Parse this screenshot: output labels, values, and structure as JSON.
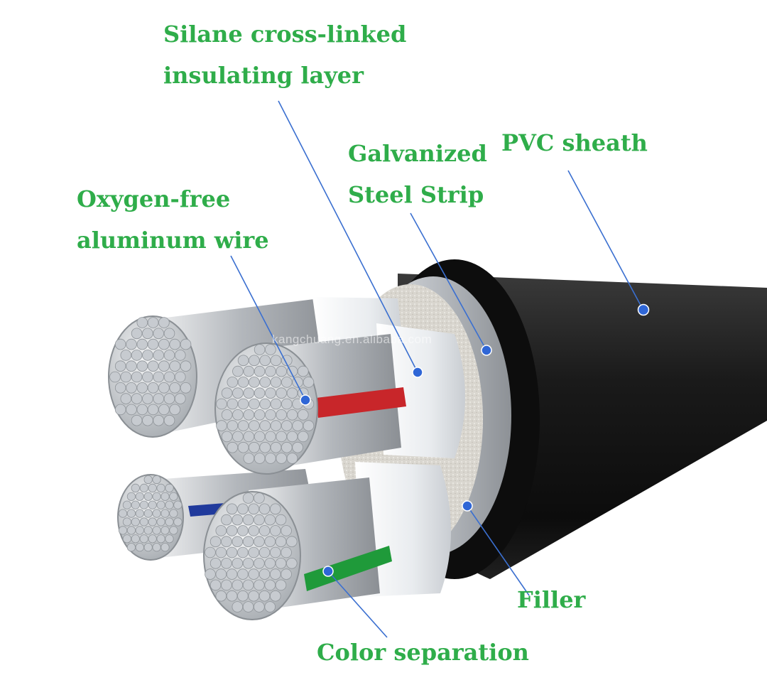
{
  "diagram": {
    "labels": {
      "silane_line1": "Silane cross-linked",
      "silane_line2": "insulating layer",
      "pvc": "PVC sheath",
      "steel_line1": "Galvanized",
      "steel_line2": "Steel Strip",
      "alu_line1": "Oxygen-free",
      "alu_line2": "aluminum wire",
      "filler": "Filler",
      "color": "Color separation"
    },
    "watermark": "kangchuang.en.alibaba.com",
    "colors": {
      "label": "#2fad4a",
      "leader": "#3a6fd0",
      "dot": "#2f66d6",
      "sheath": "#141414",
      "insulation": "#eef1f3",
      "strand": "#c7cbd0",
      "stripe_red": "#c8262a",
      "stripe_green": "#1f9a3a",
      "stripe_blue": "#203a9c"
    }
  }
}
